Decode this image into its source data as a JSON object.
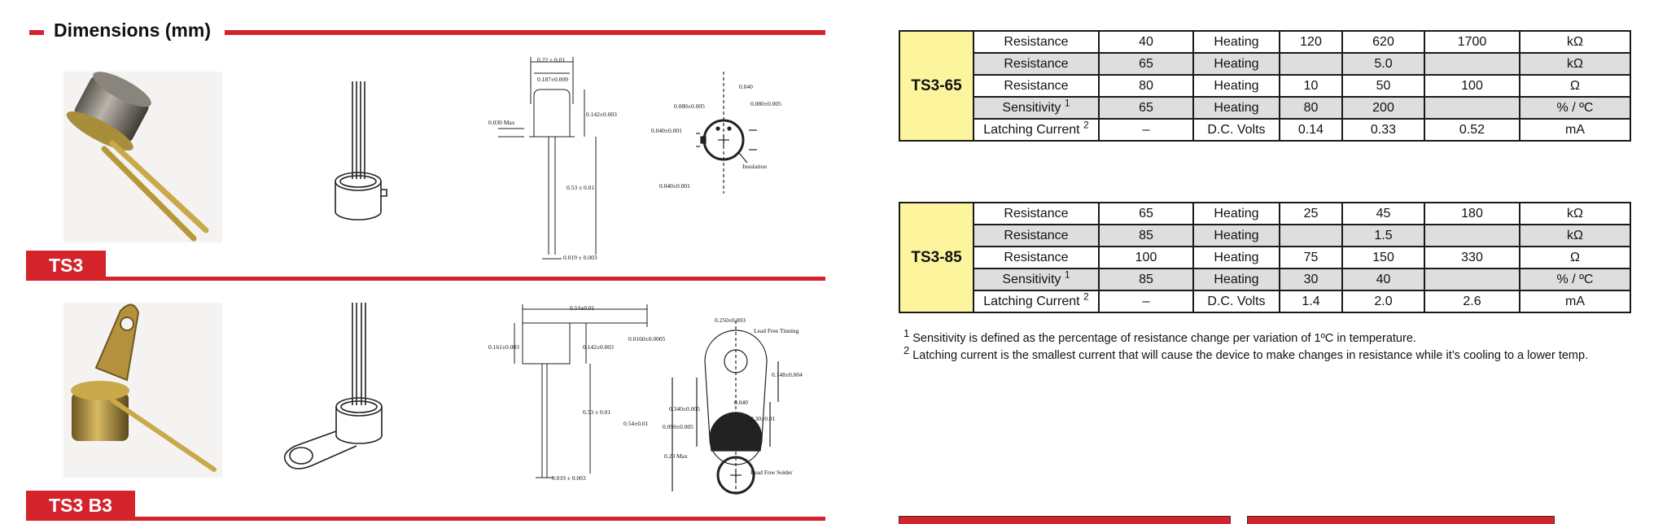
{
  "section": {
    "title": "Dimensions (mm)"
  },
  "colors": {
    "brand_red": "#d5232b",
    "model_cell": "#fdf59e",
    "row_shade": "#dedede"
  },
  "models": [
    {
      "label": "TS3",
      "drawing_dims": {
        "d1": "0.22 ± 0.01",
        "d2": "0.187±0.009",
        "d3": "0.030 Max",
        "d4": "0.142±0.003",
        "d5": "0.53 ± 0.01",
        "d6": "0.019 ± 0.003",
        "d7": "0.040",
        "d8": "0.080±0.005",
        "d9": "0.080±0.005",
        "d10": "0.040±0.001",
        "d11": "0.040±0.001",
        "d12": "Insulation"
      }
    },
    {
      "label": "TS3 B3",
      "drawing_dims": {
        "d1": "0.54±0.01",
        "d2": "0.0160±0.0005",
        "d3": "0.161±0.003",
        "d4": "0.142±0.003",
        "d5": "0.53 ± 0.01",
        "d6": "0.019 ± 0.003",
        "d7": "0.250±0.003",
        "d8": "Lead Free Tinning",
        "d9": "0.148±0.004",
        "d10": "0.040",
        "d11": "0.340±0.005",
        "d12": "0.54±0.01",
        "d13": "0.090±0.005",
        "d14": "0.30±0.01",
        "d15": "0.20 Max",
        "d16": "Lead Free Solder"
      }
    }
  ],
  "tables": [
    {
      "model": "TS3-65",
      "rows": [
        {
          "param": "Resistance",
          "note": "",
          "val": "40",
          "cond": "Heating",
          "a": "120",
          "b": "620",
          "c": "1700",
          "unit": "kΩ"
        },
        {
          "param": "Resistance",
          "note": "",
          "val": "65",
          "cond": "Heating",
          "a": "",
          "b": "5.0",
          "c": "",
          "unit": "kΩ"
        },
        {
          "param": "Resistance",
          "note": "",
          "val": "80",
          "cond": "Heating",
          "a": "10",
          "b": "50",
          "c": "100",
          "unit": "Ω"
        },
        {
          "param": "Sensitivity",
          "note": "1",
          "val": "65",
          "cond": "Heating",
          "a": "80",
          "b": "200",
          "c": "",
          "unit": "% / ºC"
        },
        {
          "param": "Latching Current",
          "note": "2",
          "val": "–",
          "cond": "D.C. Volts",
          "a": "0.14",
          "b": "0.33",
          "c": "0.52",
          "unit": "mA"
        }
      ]
    },
    {
      "model": "TS3-85",
      "rows": [
        {
          "param": "Resistance",
          "note": "",
          "val": "65",
          "cond": "Heating",
          "a": "25",
          "b": "45",
          "c": "180",
          "unit": "kΩ"
        },
        {
          "param": "Resistance",
          "note": "",
          "val": "85",
          "cond": "Heating",
          "a": "",
          "b": "1.5",
          "c": "",
          "unit": "kΩ"
        },
        {
          "param": "Resistance",
          "note": "",
          "val": "100",
          "cond": "Heating",
          "a": "75",
          "b": "150",
          "c": "330",
          "unit": "Ω"
        },
        {
          "param": "Sensitivity",
          "note": "1",
          "val": "85",
          "cond": "Heating",
          "a": "30",
          "b": "40",
          "c": "",
          "unit": "% / ºC"
        },
        {
          "param": "Latching Current",
          "note": "2",
          "val": "–",
          "cond": "D.C. Volts",
          "a": "1.4",
          "b": "2.0",
          "c": "2.6",
          "unit": "mA"
        }
      ]
    }
  ],
  "footnotes": [
    {
      "num": "1",
      "text": "Sensitivity is defined as the percentage of resistance change per variation of 1ºC in temperature."
    },
    {
      "num": "2",
      "text": "Latching current is the smallest current that will cause the device to make changes in resistance while it’s cooling to a lower temp."
    }
  ]
}
